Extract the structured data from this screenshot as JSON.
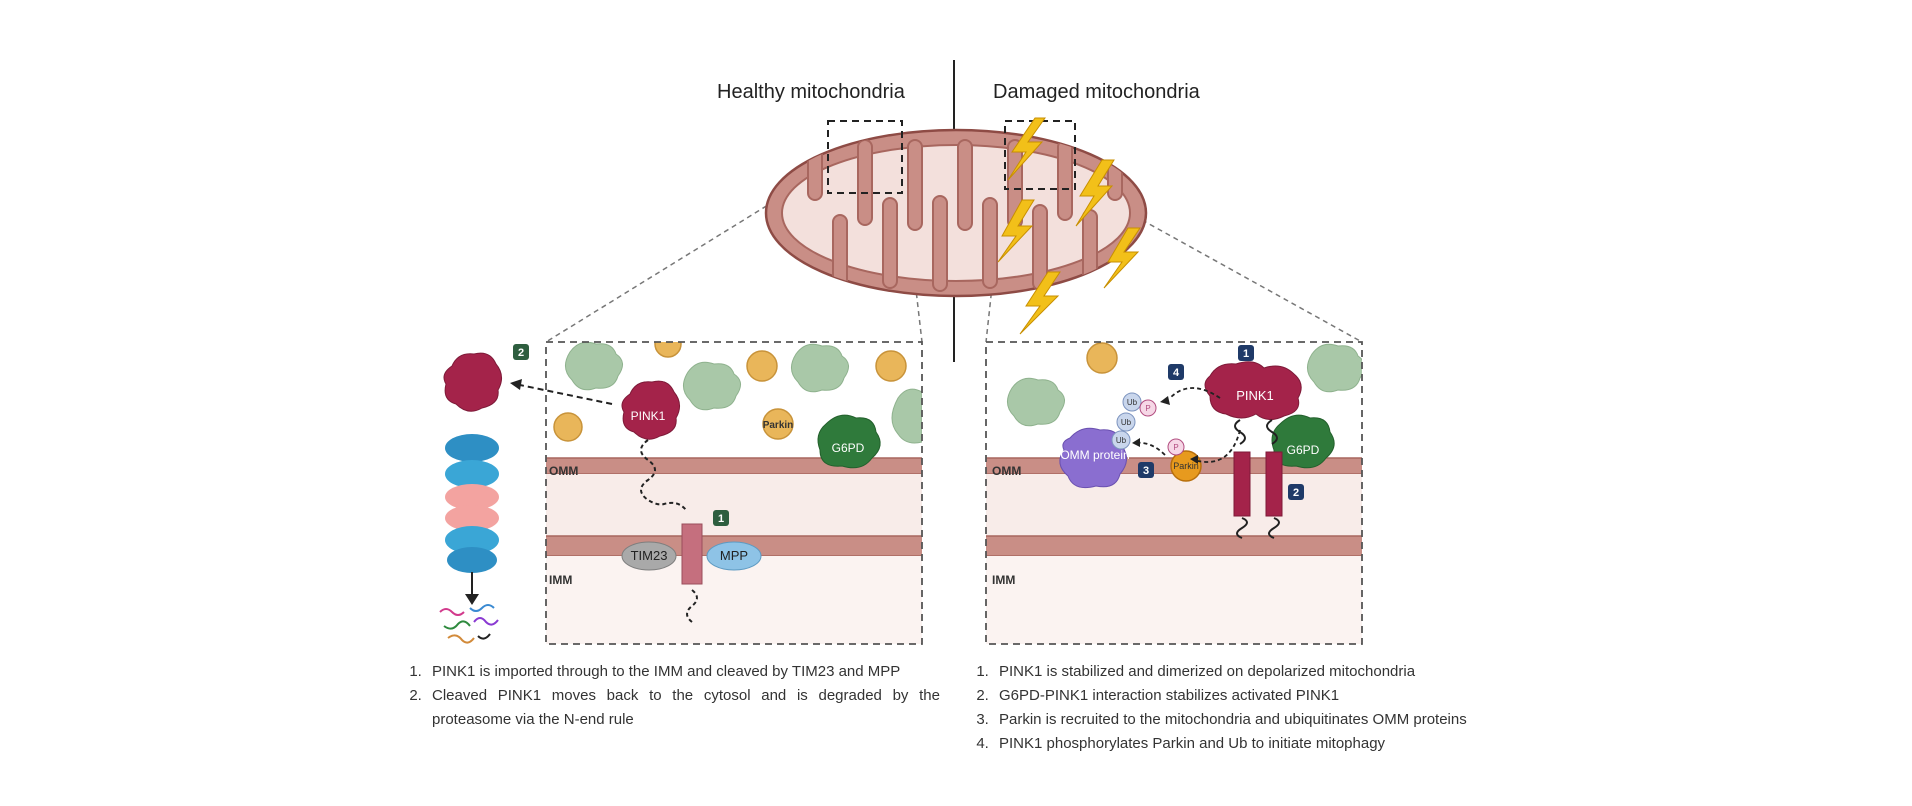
{
  "titles": {
    "healthy": "Healthy mitochondria",
    "damaged": "Damaged mitochondria"
  },
  "labels": {
    "omm": "OMM",
    "imm": "IMM",
    "pink1": "PINK1",
    "parkin": "Parkin",
    "g6pd": "G6PD",
    "tim23": "TIM23",
    "mpp": "MPP",
    "omm_protein": "OMM protein",
    "ub": "Ub",
    "p": "P"
  },
  "badges": {
    "healthy": [
      "1",
      "2"
    ],
    "damaged": [
      "1",
      "2",
      "3",
      "4"
    ]
  },
  "colors": {
    "membrane": "#c98e86",
    "membrane_dark": "#a8675f",
    "mito_fill": "#f3e0dc",
    "pink1": "#a4234a",
    "parkin": "#e9b65a",
    "g6pd": "#2f7a3b",
    "light_green": "#a9c8a8",
    "omm_protein": "#8a6ed0",
    "badge_healthy": "#2e5e3f",
    "badge_damaged": "#1f3a68",
    "lightning": "#f2c019"
  },
  "healthy_steps": [
    "PINK1 is imported through to the IMM and cleaved by TIM23 and MPP",
    "Cleaved PINK1 moves back to the cytosol and is degraded by the proteasome via the N-end rule"
  ],
  "damaged_steps": [
    "PINK1 is stabilized and dimerized on depolarized mitochondria",
    "G6PD-PINK1 interaction stabilizes activated PINK1",
    "Parkin is recruited to the mitochondria and ubiquitinates OMM proteins",
    "PINK1 phosphorylates Parkin and Ub to initiate mitophagy"
  ]
}
